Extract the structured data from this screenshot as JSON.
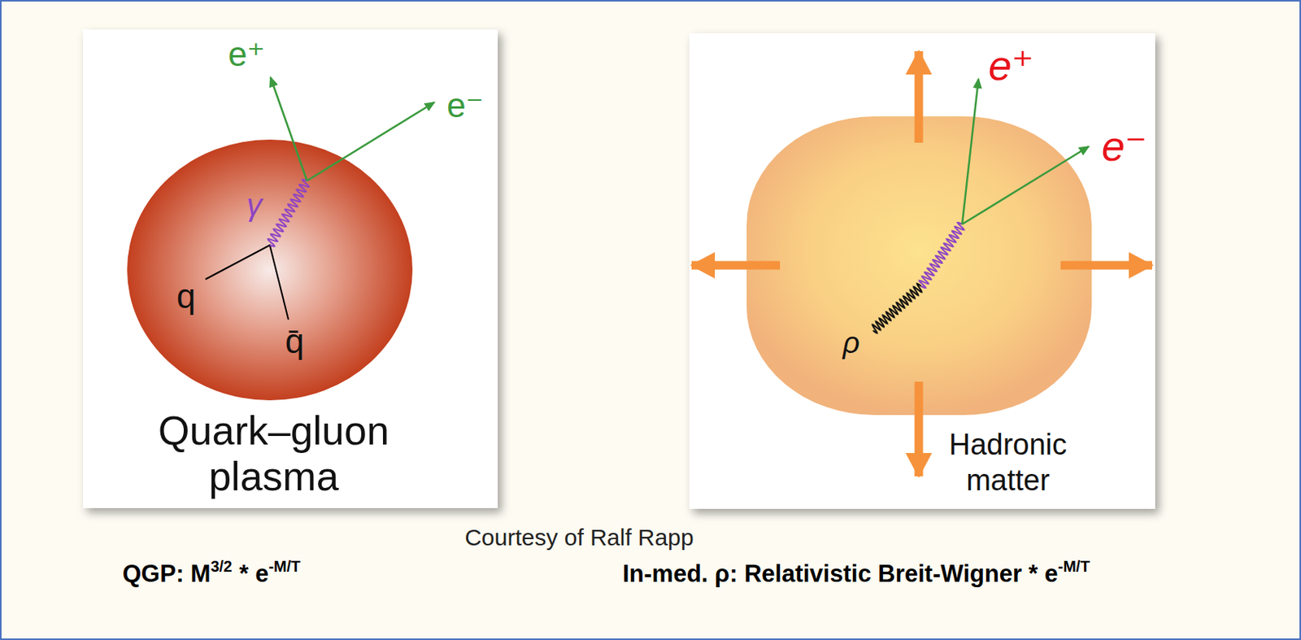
{
  "diagram": {
    "nodes": [
      {
        "text": [
          "Quark–gluon plasma"
        ]
      },
      {
        "text": [
          "Hadronic matter"
        ]
      }
    ],
    "edges": [],
    "labels": [
      "e⁺",
      "e⁻",
      "γ",
      "q",
      "q̄",
      "e⁺",
      "e⁻",
      "ρ",
      "Courtesy of Ralf Rapp",
      "QGP: M",
      "3/2",
      "* e",
      "-M/T",
      "In-med. ρ: Relativistic Breit-Wigner * e",
      "-M/T"
    ]
  }
}
